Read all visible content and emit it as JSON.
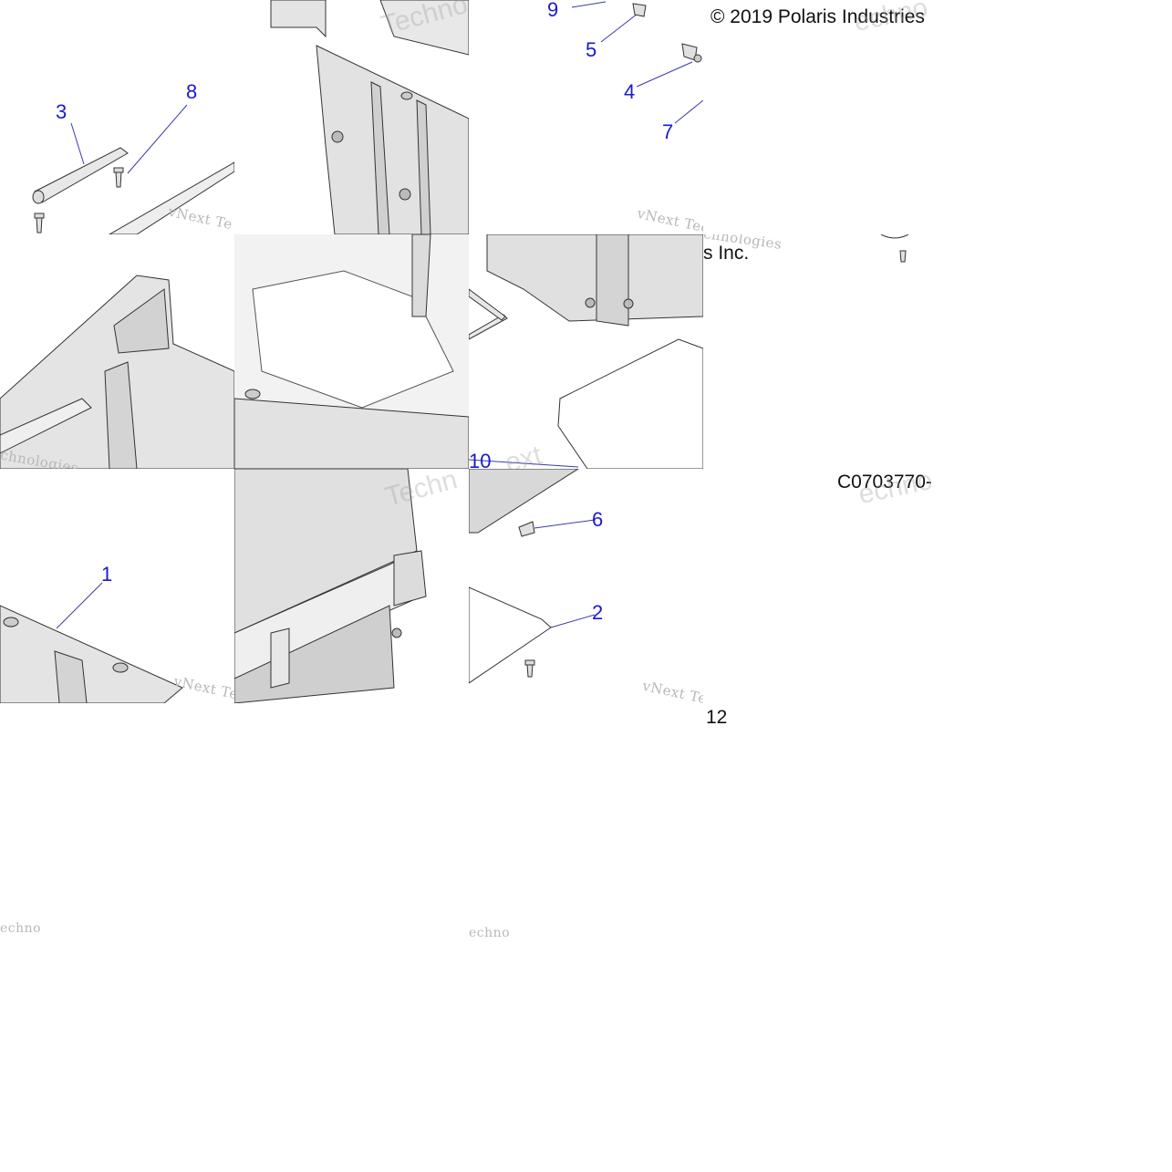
{
  "diagram": {
    "copyright": "© 2019 Polaris Industries",
    "copyright_tail": "s Inc.",
    "drawing_code": "C0703770-",
    "page_fragment": "12",
    "watermark": "vNext Technologies",
    "watermark_short_1": "vNext Te",
    "watermark_short_2": "vNext Tec",
    "watermark_short_3": "vNext Tec",
    "watermark_short_4": "vNext Te",
    "watermark_frag_1": "chnologies",
    "watermark_frag_2": "Techn",
    "watermark_frag_3": "Techno",
    "watermark_frag_4": "ext",
    "watermark_frag_5": "echno",
    "watermark_frag_6": "echno",
    "callouts": {
      "c1": "1",
      "c2": "2",
      "c3": "3",
      "c4": "4",
      "c5": "5",
      "c6": "6",
      "c7": "7",
      "c8": "8",
      "c9": "9",
      "c10": "10"
    },
    "colors": {
      "callout": "#1a1acc",
      "part_fill": "#e6e6e6",
      "part_shadow": "#cfcfcf",
      "outline": "#333333"
    }
  }
}
